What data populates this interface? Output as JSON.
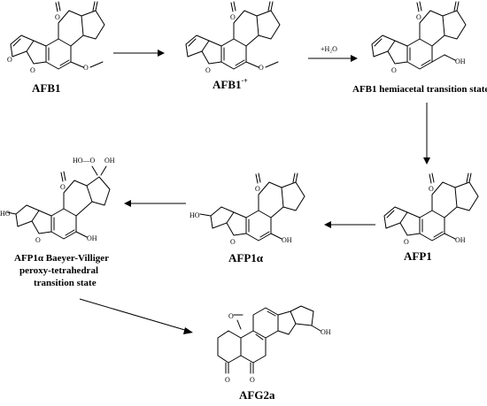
{
  "compounds": [
    {
      "id": "afb1",
      "label": "AFB1",
      "substituent_label": "O"
    },
    {
      "id": "afb1-radical",
      "label": "AFB1",
      "label_sup": "·+",
      "substituent_label": "O"
    },
    {
      "id": "afb1-hemiacetal",
      "label": "AFB1 hemiacetal transition state",
      "substituent_label": "OH"
    },
    {
      "id": "afp1",
      "label": "AFP1",
      "substituent_label": "OH"
    },
    {
      "id": "afp1a",
      "label": "AFP1α",
      "substituent_label": "OH",
      "ring_label": "HO"
    },
    {
      "id": "afp1a-bv",
      "label_lines": [
        "AFP1α Baeyer-Villiger",
        "peroxy-tetrahedral",
        "transition state"
      ],
      "substituent_label": "OH",
      "ring_label": "HO",
      "peroxy_label": "HO—O",
      "extra_label": "OH"
    },
    {
      "id": "afg2a",
      "label": "AFG2a",
      "methoxy_label": "O",
      "ring_label": "OH"
    }
  ],
  "arrows": [
    {
      "from": "afb1",
      "to": "afb1-radical",
      "label": ""
    },
    {
      "from": "afb1-radical",
      "to": "afb1-hemiacetal",
      "label": "+H₂O"
    },
    {
      "from": "afb1-hemiacetal",
      "to": "afp1",
      "label": ""
    },
    {
      "from": "afp1",
      "to": "afp1a",
      "label": ""
    },
    {
      "from": "afp1a",
      "to": "afp1a-bv",
      "label": ""
    },
    {
      "from": "afp1a-bv",
      "to": "afg2a",
      "label": ""
    }
  ],
  "atom_symbol": "O"
}
